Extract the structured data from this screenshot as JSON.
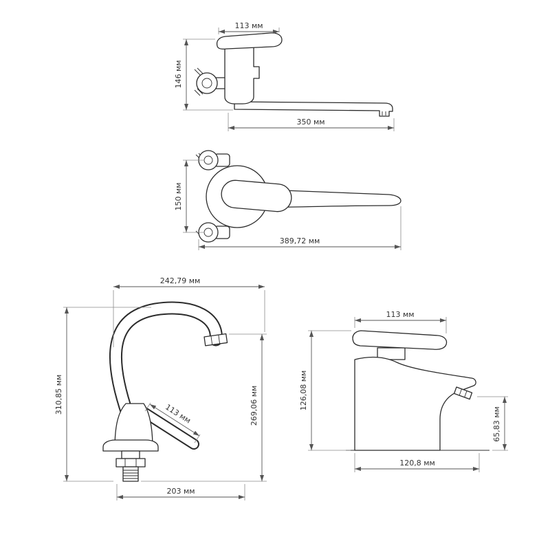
{
  "page": {
    "background": "#ffffff",
    "figure_stroke": "#2b2b2b",
    "dimension_stroke": "#555555",
    "label_color": "#333333"
  },
  "drawings": {
    "wall_mixer_side": {
      "dims": {
        "top_width": "113 мм",
        "height": "146 мм",
        "spout_length": "350 мм"
      }
    },
    "wall_mixer_top": {
      "dims": {
        "mount_spacing": "150 мм",
        "total_length": "389,72 мм"
      }
    },
    "kitchen_mixer": {
      "dims": {
        "spout_reach": "242,79 мм",
        "total_height": "310,85 мм",
        "spout_height": "269,06 мм",
        "handle_length": "113 мм",
        "base_depth": "203 мм"
      }
    },
    "basin_mixer": {
      "dims": {
        "top_width": "113 мм",
        "total_height": "126,08 мм",
        "spout_height": "65,83 мм",
        "base_depth": "120,8 мм"
      }
    }
  }
}
